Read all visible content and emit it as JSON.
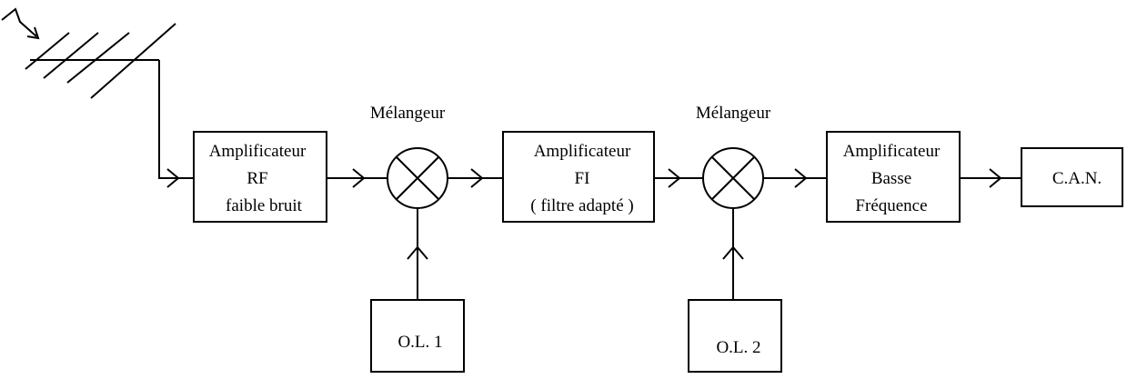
{
  "diagram": {
    "antenna": {},
    "blocks": {
      "rf_amp": {
        "lines": [
          "Amplificateur",
          "RF",
          "faible bruit"
        ]
      },
      "fi_amp": {
        "lines": [
          "Amplificateur",
          "FI",
          "( filtre adapté )"
        ]
      },
      "bf_amp": {
        "lines": [
          "Amplificateur",
          "Basse",
          "Fréquence"
        ]
      },
      "can": {
        "label": "C.A.N."
      },
      "ol1": {
        "label": "O.L. 1"
      },
      "ol2": {
        "label": "O.L. 2"
      }
    },
    "mixers": [
      {
        "label": "Mélangeur"
      },
      {
        "label": "Mélangeur"
      }
    ]
  }
}
